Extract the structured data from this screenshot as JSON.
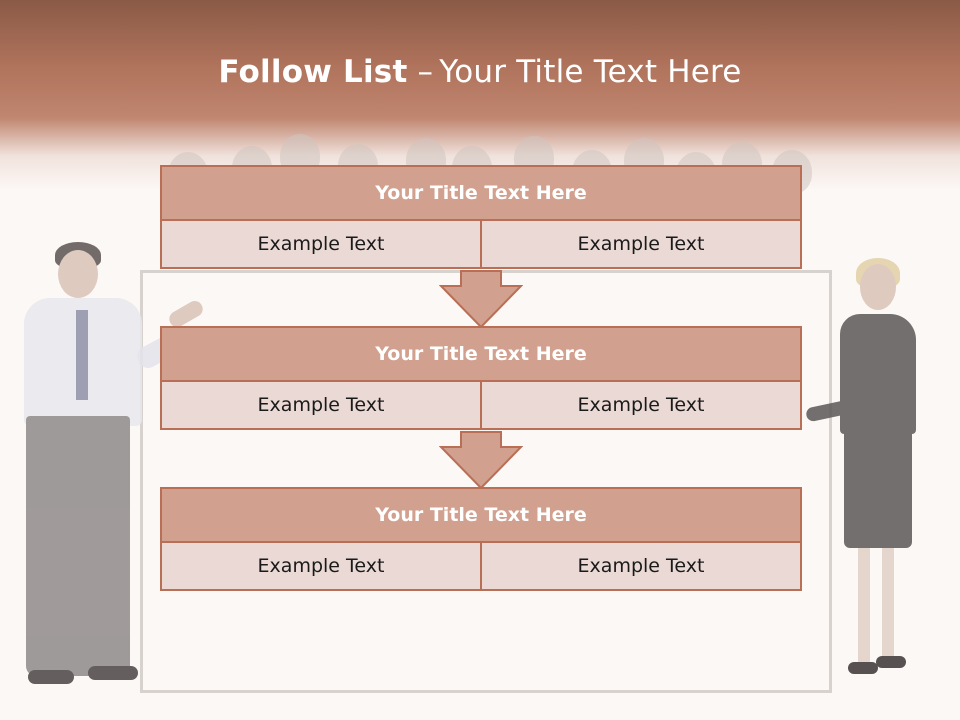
{
  "slide": {
    "title_bold": "Follow List",
    "title_separator": "–",
    "title_rest": "Your Title Text Here"
  },
  "steps": [
    {
      "title": "Your Title Text Here",
      "left": "Example Text",
      "right": "Example Text"
    },
    {
      "title": "Your Title Text Here",
      "left": "Example Text",
      "right": "Example Text"
    },
    {
      "title": "Your Title Text Here",
      "left": "Example Text",
      "right": "Example Text"
    }
  ],
  "colors": {
    "header": "#b0735c",
    "title_cell": "#d2a08e",
    "text_cell": "#ead9d5",
    "border": "#b86f55"
  }
}
